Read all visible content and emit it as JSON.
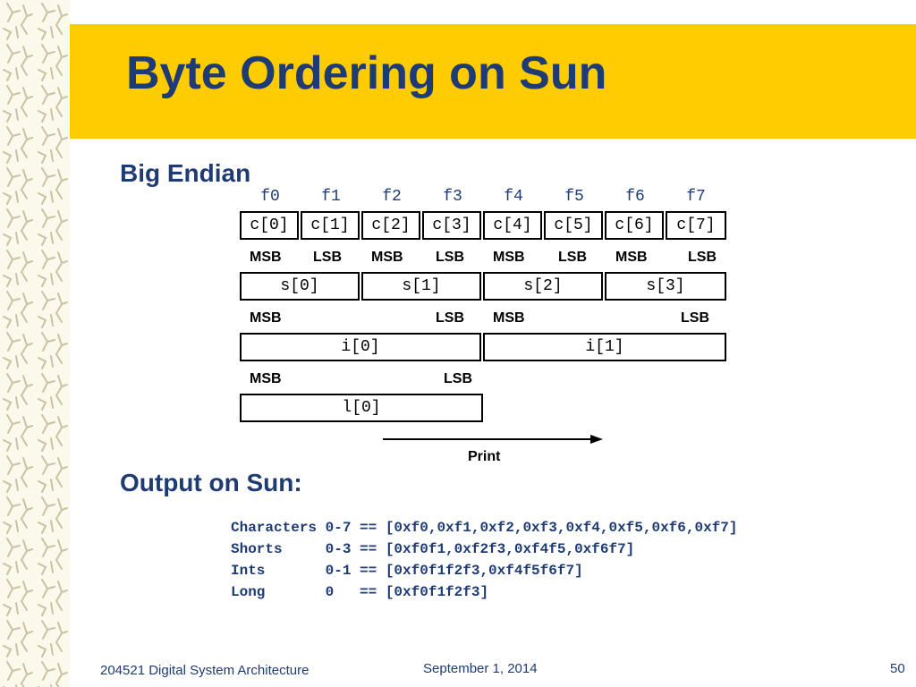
{
  "slide": {
    "title": "Byte Ordering on Sun",
    "heading_endian": "Big Endian",
    "heading_output": "Output on Sun:"
  },
  "colors": {
    "accent": "#fecc00",
    "heading": "#1f3b73"
  },
  "diagram": {
    "addresses": [
      "f0",
      "f1",
      "f2",
      "f3",
      "f4",
      "f5",
      "f6",
      "f7"
    ],
    "chars": [
      "c[0]",
      "c[1]",
      "c[2]",
      "c[3]",
      "c[4]",
      "c[5]",
      "c[6]",
      "c[7]"
    ],
    "char_labels": [
      "MSB",
      "LSB",
      "MSB",
      "LSB",
      "MSB",
      "LSB",
      "MSB",
      "LSB"
    ],
    "shorts": [
      "s[0]",
      "s[1]",
      "s[2]",
      "s[3]"
    ],
    "int_labels": [
      "MSB",
      "LSB",
      "MSB",
      "LSB"
    ],
    "ints": [
      "i[0]",
      "i[1]"
    ],
    "long_labels": [
      "MSB",
      "LSB"
    ],
    "longs": [
      "l[0]"
    ],
    "print_label": "Print"
  },
  "output": {
    "lines": [
      "Characters 0-7 == [0xf0,0xf1,0xf2,0xf3,0xf4,0xf5,0xf6,0xf7]",
      "Shorts     0-3 == [0xf0f1,0xf2f3,0xf4f5,0xf6f7]",
      "Ints       0-1 == [0xf0f1f2f3,0xf4f5f6f7]",
      "Long       0   == [0xf0f1f2f3]"
    ]
  },
  "footer": {
    "course": "204521 Digital System Architecture",
    "date": "September 1, 2014",
    "page": "50"
  }
}
